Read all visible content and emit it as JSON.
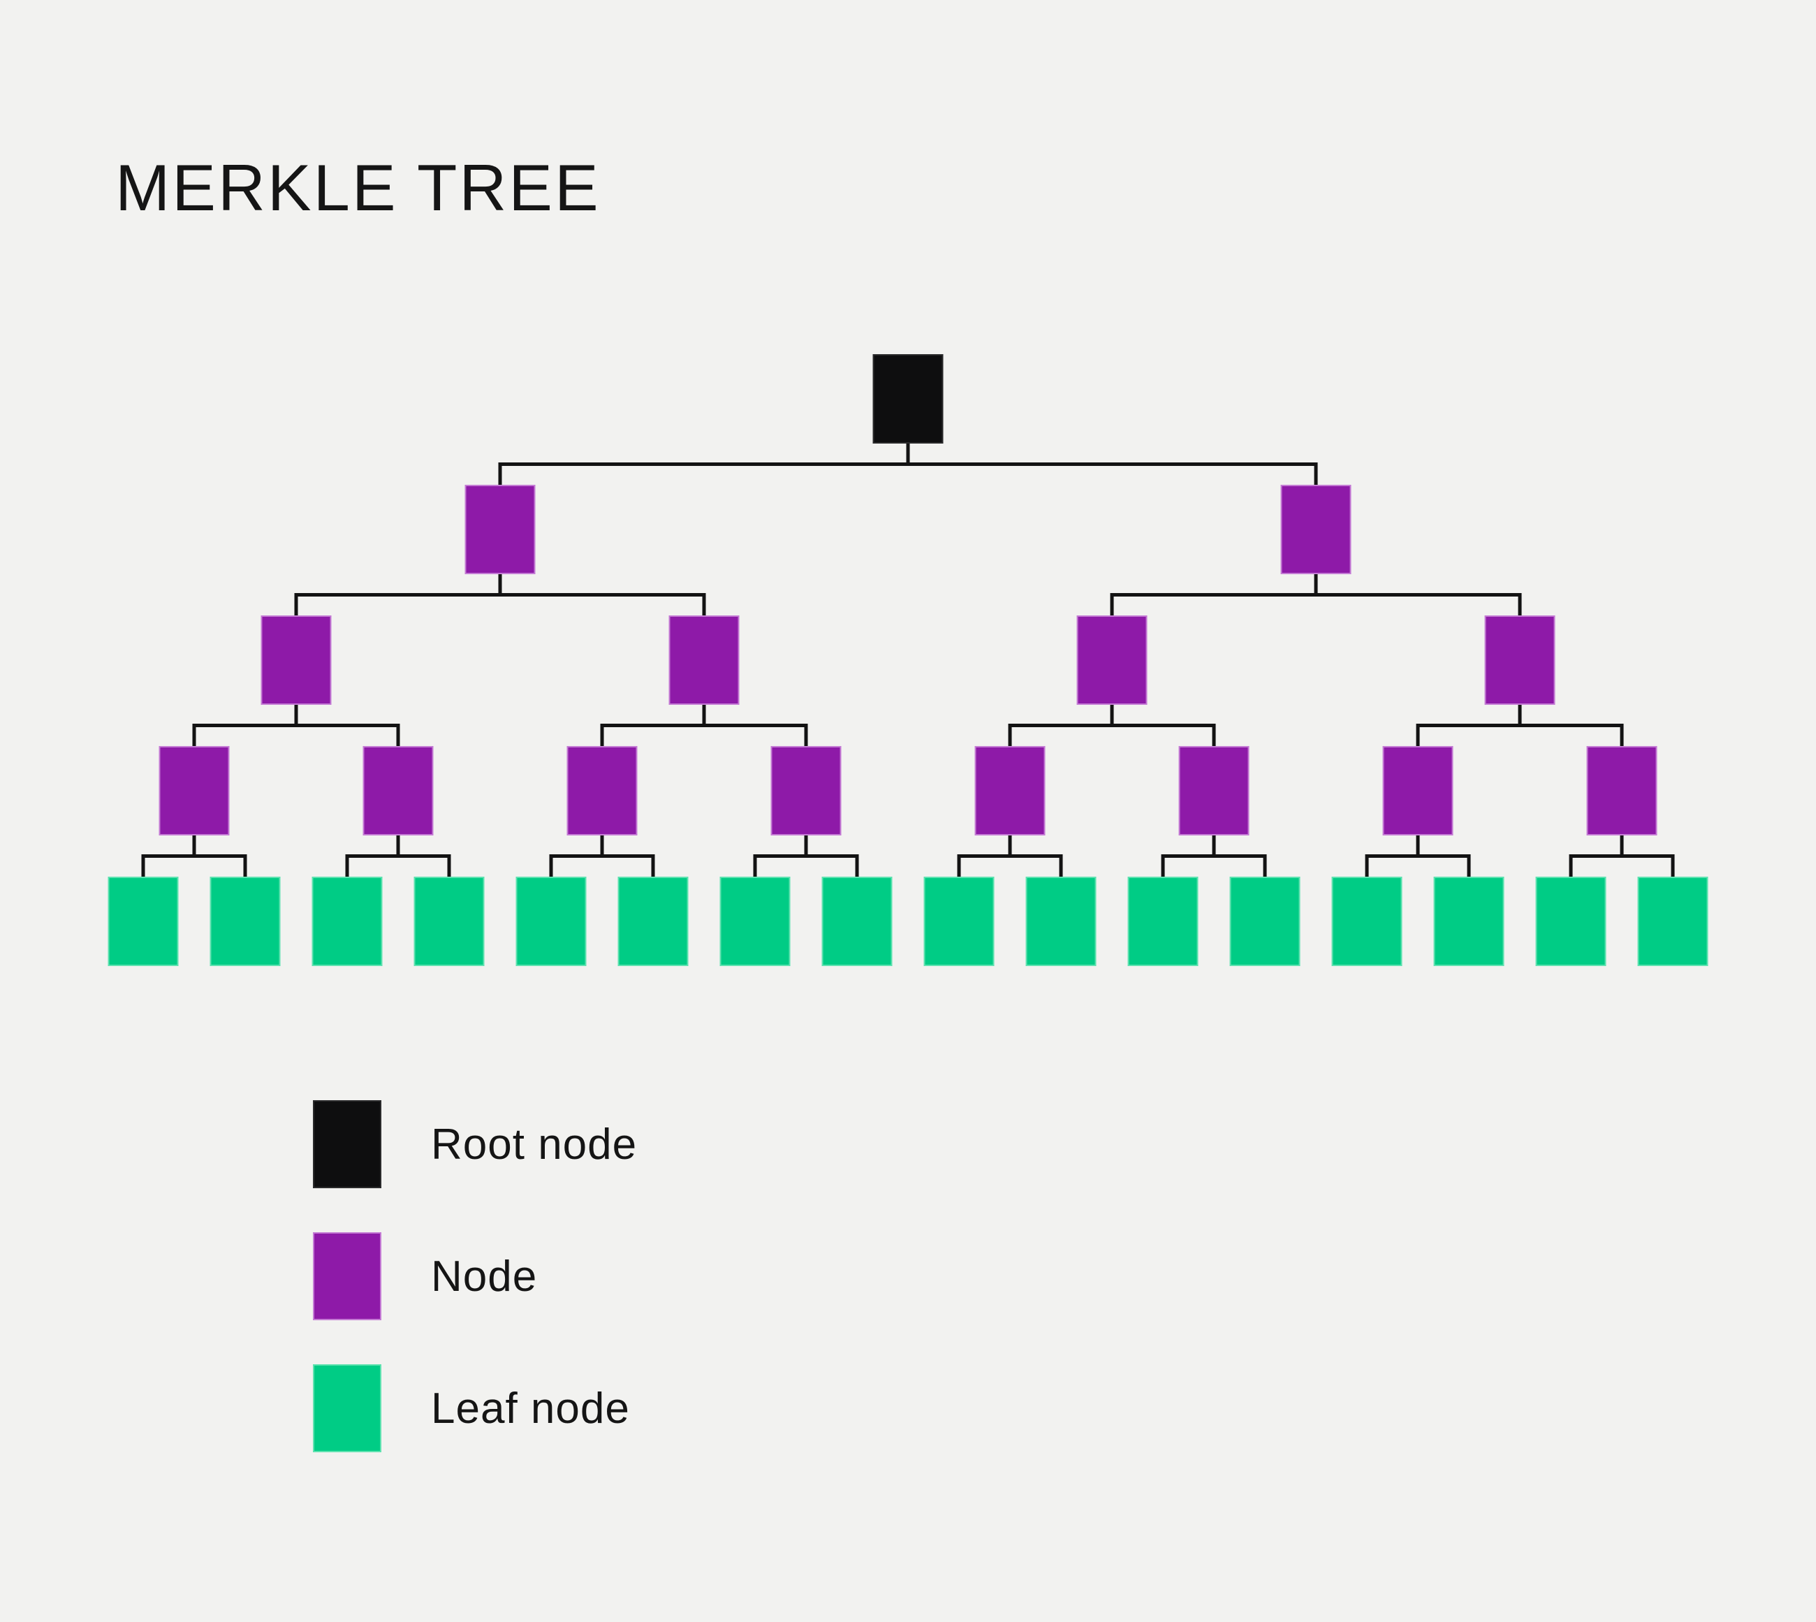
{
  "title": "MERKLE TREE",
  "page": {
    "background": "#F2F2F0",
    "text_color": "#151515"
  },
  "diagram": {
    "type": "binary-tree",
    "levels": [
      {
        "name": "root",
        "kind": "root",
        "count": 1
      },
      {
        "name": "level-2",
        "kind": "node",
        "count": 2
      },
      {
        "name": "level-3",
        "kind": "node",
        "count": 4
      },
      {
        "name": "level-4",
        "kind": "node",
        "count": 8
      },
      {
        "name": "leaves",
        "kind": "leaf",
        "count": 16
      }
    ],
    "colors": {
      "root": "#0E0E0F",
      "root_edge": "#2B2B2C",
      "node": "#8E1AA8",
      "node_edge": "#C47BD4",
      "leaf": "#00CC85",
      "leaf_edge": "#5FE2B0",
      "line": "#131313"
    }
  },
  "legend": [
    {
      "kind": "root",
      "label": "Root node"
    },
    {
      "kind": "node",
      "label": "Node"
    },
    {
      "kind": "leaf",
      "label": "Leaf node"
    }
  ]
}
